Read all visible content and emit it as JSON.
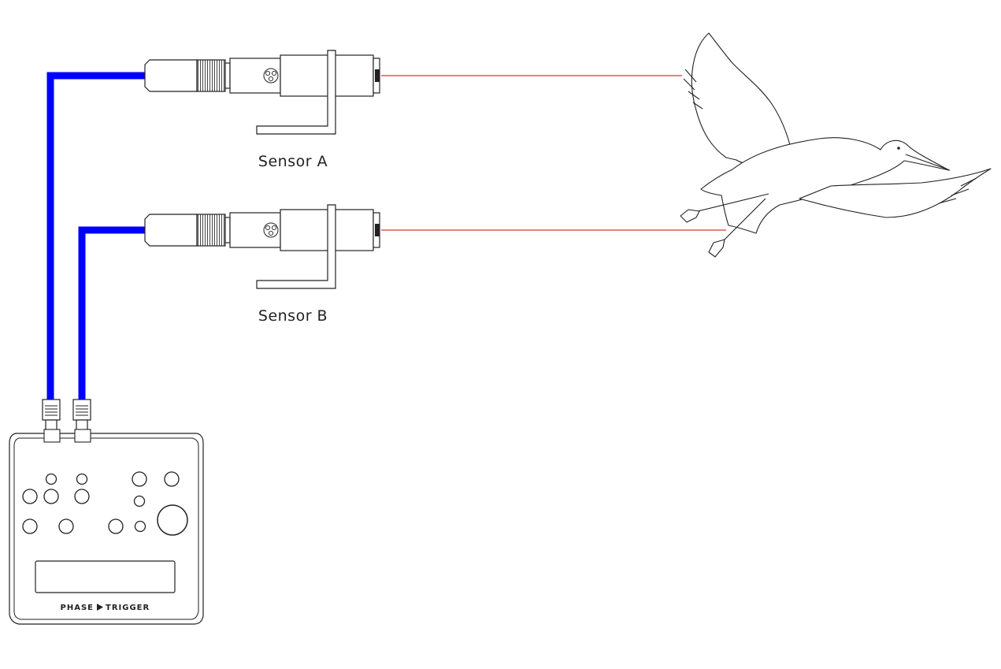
{
  "sensors": [
    {
      "label": "Sensor A"
    },
    {
      "label": "Sensor B"
    }
  ],
  "controller": {
    "brand_left": "PHASE",
    "brand_right": "TRIGGER"
  },
  "colors": {
    "cable": "#0000ff",
    "beam": "#cc0000",
    "outline": "#222222"
  },
  "icons": {
    "sensor": "laser-sensor-icon",
    "target": "flying-bird-icon",
    "controller": "trigger-box-icon"
  }
}
